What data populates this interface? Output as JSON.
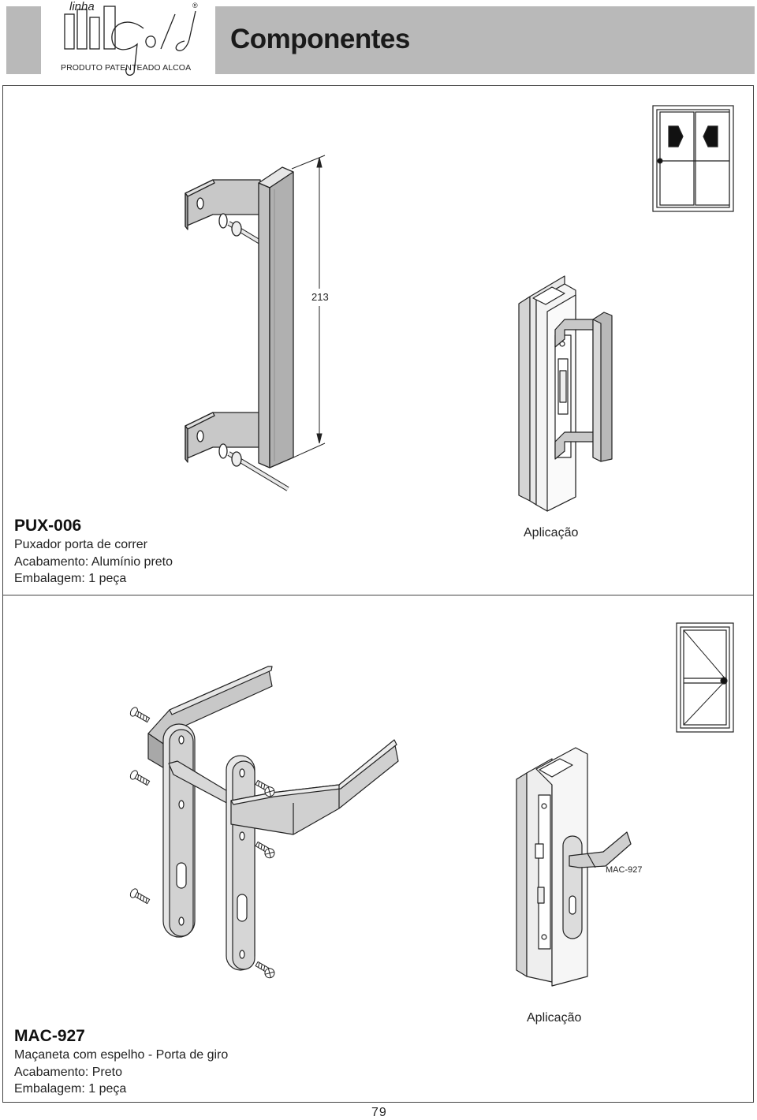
{
  "header": {
    "logo_text_line": "linha",
    "logo_text_brand": "Gold",
    "logo_registered": "®",
    "logo_subtitle": "PRODUTO PATENTEADO ALCOA",
    "title": "Componentes"
  },
  "product1": {
    "dimension": "213",
    "code": "PUX-006",
    "lines": [
      "Puxador porta de correr",
      "Acabamento: Alumínio preto",
      "Embalagem: 1 peça"
    ],
    "application_label": "Aplicação"
  },
  "product2": {
    "callout": "MAC-927",
    "code": "MAC-927",
    "lines": [
      "Maçaneta com espelho - Porta de giro",
      "Acabamento: Preto",
      "Embalagem: 1 peça"
    ],
    "application_label": "Aplicação"
  },
  "page_number": "79"
}
